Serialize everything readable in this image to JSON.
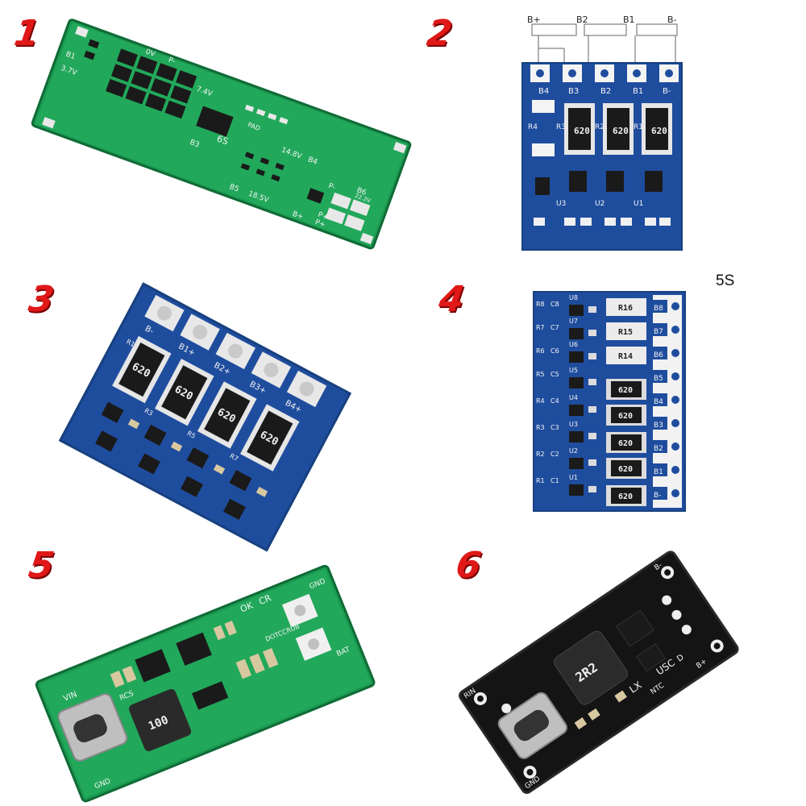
{
  "labels": {
    "n1": "1",
    "n2": "2",
    "n3": "3",
    "n4": "4",
    "n5": "5",
    "n6": "6",
    "five_s": "5S"
  },
  "boards": {
    "b1": {
      "t1": "0V",
      "t2": "P-",
      "t3": "B1",
      "t4": "3.7V",
      "t5": "7.4V",
      "t6": "B3",
      "t7": "14.8V",
      "t8": "B4",
      "t9": "B5",
      "t10": "18.5V",
      "t11": "B6",
      "t12": "22.2V",
      "t13": "P-",
      "t14": "P+",
      "t15": "P+",
      "t16": "B+",
      "t17": "PAD",
      "t18": "6S"
    },
    "b2": {
      "top": [
        "B+",
        "B2",
        "B1",
        "B-"
      ],
      "pins": [
        "B4",
        "B3",
        "B2",
        "B1",
        "B-"
      ],
      "res": [
        "620",
        "620",
        "620"
      ],
      "rl": [
        "R3",
        "R2",
        "R1"
      ],
      "u": [
        "U3",
        "U2",
        "U1"
      ],
      "r4": "R4"
    },
    "b3": {
      "pins": [
        "B-",
        "B1+",
        "B2+",
        "B3+",
        "B4+"
      ],
      "res": [
        "620",
        "620",
        "620",
        "620"
      ],
      "rl": [
        "R1",
        "R3",
        "R5",
        "R7"
      ]
    },
    "b4": {
      "pins": [
        "B8",
        "B7",
        "B6",
        "B5",
        "B4",
        "B3",
        "B2",
        "B1",
        "B-"
      ],
      "res": [
        "R16",
        "R15",
        "R14",
        "620",
        "620",
        "620",
        "620",
        "620"
      ],
      "left": [
        "R8",
        "R7",
        "R6",
        "R5",
        "R4",
        "R3",
        "R2",
        "R1"
      ],
      "caps": [
        "C8",
        "C7",
        "C6",
        "C5",
        "C4",
        "C3",
        "C2",
        "C1"
      ],
      "u": [
        "U8",
        "U7",
        "U6",
        "U5",
        "U4",
        "U3",
        "U2",
        "U1"
      ]
    },
    "b5": {
      "ok": "OK",
      "cr": "CR",
      "gnd": "GND",
      "vin": "VIN",
      "dot": "DOTCCRUB",
      "bat": "BAT",
      "gnd2": "GND",
      "ind": "100",
      "rcs": "RCS"
    },
    "b6": {
      "ind": "2R2",
      "bv": "B-",
      "bp": "B+",
      "rin": "RIN",
      "lx": "LX",
      "nta": "NTC",
      "d": "D",
      "gnd": "GND",
      "usc": "USC"
    }
  },
  "colors": {
    "red": "#e01818",
    "green": "#1c9a52",
    "blue": "#1f4d9e",
    "dark_blue": "#17407f",
    "black_board": "#141414",
    "chip": "#1a1a1a"
  }
}
